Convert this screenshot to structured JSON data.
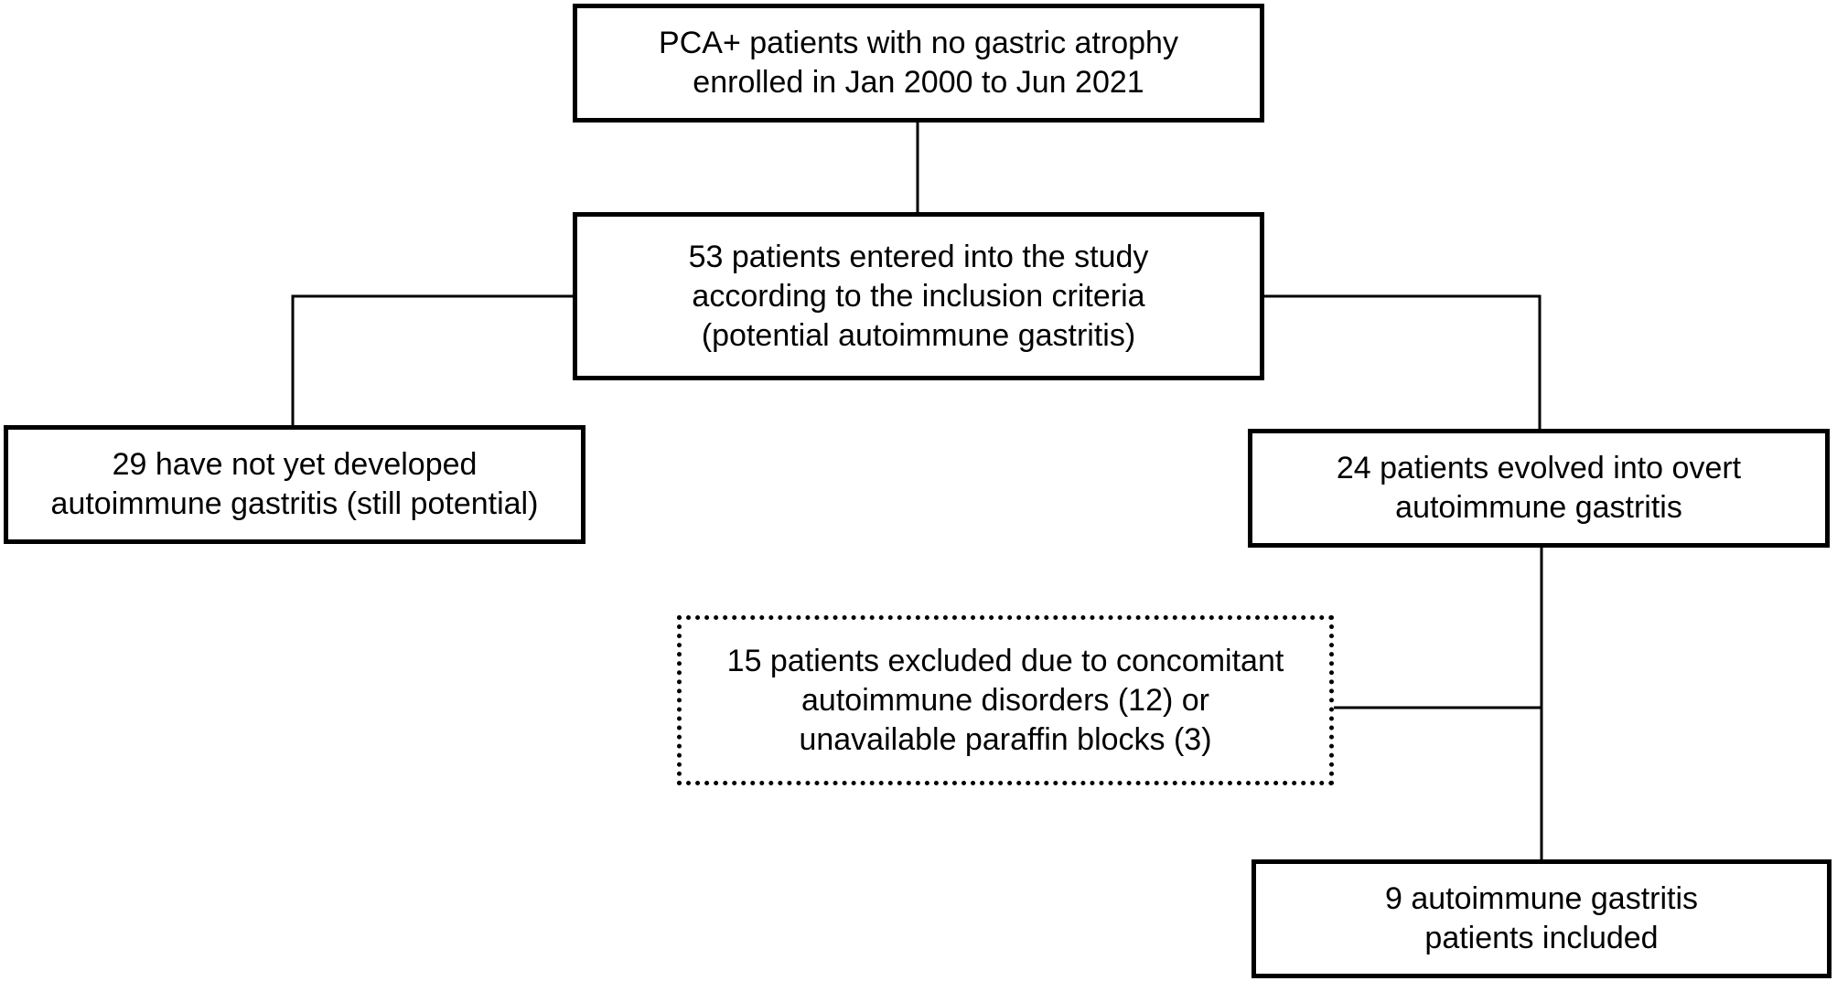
{
  "diagram": {
    "title": "",
    "nodes": {
      "enrolled": {
        "lines": [
          "PCA+ patients with no gastric atrophy",
          "enrolled in Jan 2000 to Jun 2021"
        ]
      },
      "entered": {
        "lines": [
          "53 patients entered into the study",
          "according to the inclusion criteria",
          "(potential autoimmune gastritis)"
        ]
      },
      "still_potential": {
        "lines": [
          "29 have not yet developed",
          "autoimmune gastritis (still potential)"
        ]
      },
      "evolved": {
        "lines": [
          "24 patients evolved into overt",
          "autoimmune gastritis"
        ]
      },
      "excluded": {
        "lines": [
          "15 patients excluded due to concomitant",
          "autoimmune disorders (12) or",
          "unavailable paraffin blocks (3)"
        ]
      },
      "included": {
        "lines": [
          "9 autoimmune gastritis",
          "patients included"
        ]
      }
    },
    "colors": {
      "stroke": "#000000",
      "background": "#ffffff"
    }
  }
}
